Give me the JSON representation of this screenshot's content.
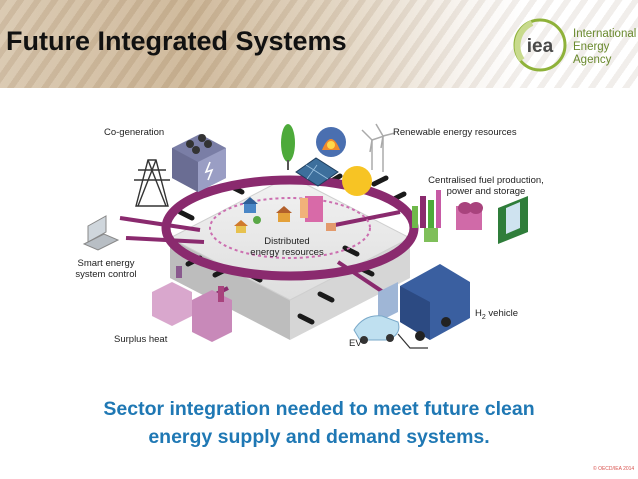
{
  "title": "Future Integrated Systems",
  "logo": {
    "mark": "iea",
    "line1": "International",
    "line2": "Energy Agency"
  },
  "labels": {
    "cogeneration": "Co-generation",
    "renewable": "Renewable energy resources",
    "centralised_line1": "Centralised fuel production,",
    "centralised_line2": "power and storage",
    "distributed_line1": "Distributed",
    "distributed_line2": "energy resources",
    "smart_line1": "Smart energy",
    "smart_line2": "system control",
    "h2_prefix": "H",
    "h2_sub": "2",
    "h2_suffix": " vehicle",
    "surplus_heat": "Surplus heat",
    "ev": "EV"
  },
  "caption": {
    "line1": "Sector integration needed to meet future clean",
    "line2": "energy supply and demand systems."
  },
  "copyright": "© OECD/IEA 2014",
  "colors": {
    "caption": "#1f78b4",
    "ring": "#8a2a6e",
    "logo_green": "#6a8a2e"
  }
}
